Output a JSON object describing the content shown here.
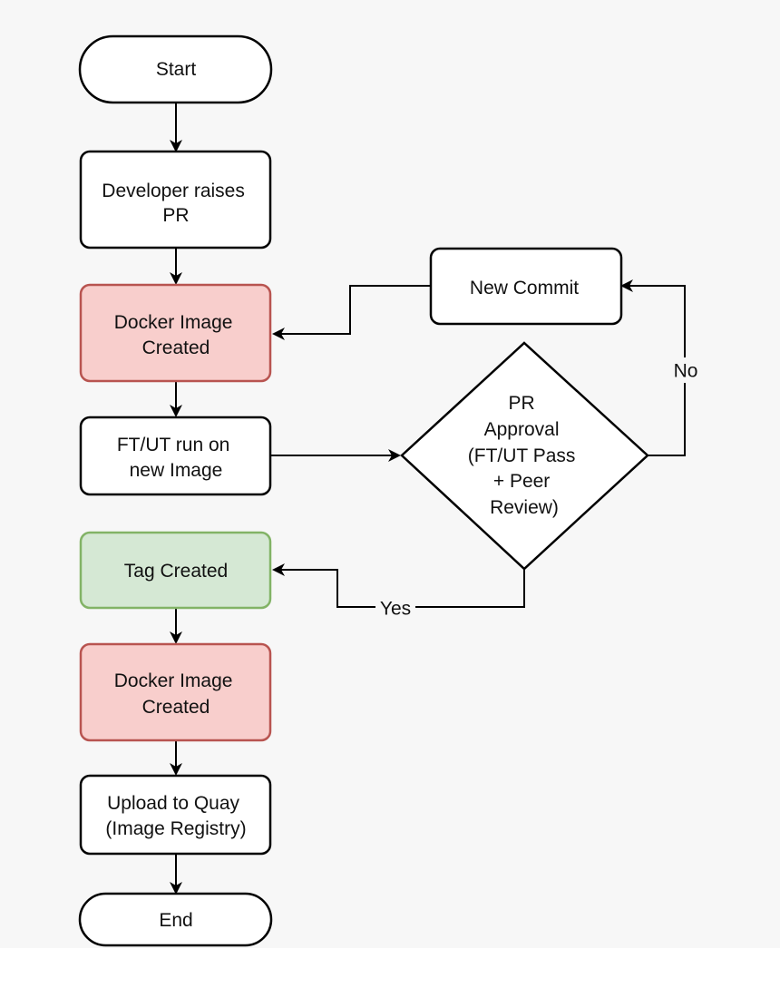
{
  "colors": {
    "canvas": "#f7f7f7",
    "stroke": "#000000",
    "docker_fill": "#f8cecc",
    "docker_stroke": "#b85450",
    "tag_fill": "#d5e8d4",
    "tag_stroke": "#82b366",
    "plain_fill": "#ffffff"
  },
  "nodes": {
    "start": {
      "lines": [
        "Start"
      ]
    },
    "raise_pr": {
      "lines": [
        "Developer raises",
        "PR"
      ]
    },
    "docker1": {
      "lines": [
        "Docker Image",
        "Created"
      ]
    },
    "ftut": {
      "lines": [
        "FT/UT run on",
        "new Image"
      ]
    },
    "tag": {
      "lines": [
        "Tag Created"
      ]
    },
    "docker2": {
      "lines": [
        "Docker Image",
        "Created"
      ]
    },
    "upload": {
      "lines": [
        "Upload to Quay",
        "(Image Registry)"
      ]
    },
    "end": {
      "lines": [
        "End"
      ]
    },
    "new_commit": {
      "lines": [
        "New Commit"
      ]
    },
    "approval": {
      "lines": [
        "PR",
        "Approval",
        "(FT/UT Pass",
        "+ Peer",
        "Review)"
      ]
    }
  },
  "edge_labels": {
    "no": "No",
    "yes": "Yes"
  }
}
